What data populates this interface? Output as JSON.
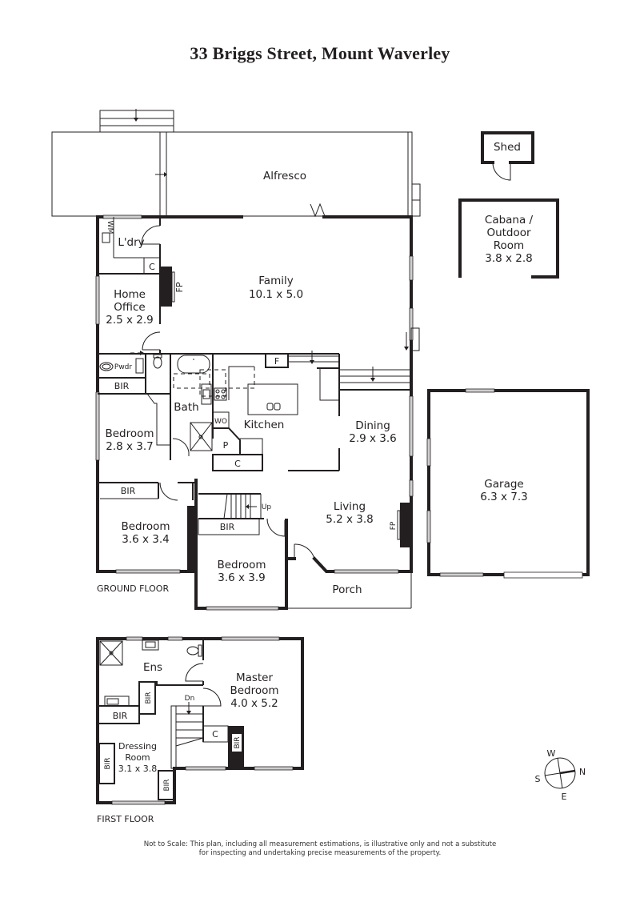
{
  "title": "33 Briggs Street, Mount Waverley",
  "ground_floor": {
    "label": "GROUND FLOOR",
    "rooms": {
      "alfresco": {
        "name": "Alfresco"
      },
      "laundry": {
        "name": "L'dry",
        "wm": "WM",
        "cupboard": "C"
      },
      "home_office": {
        "name_line1": "Home",
        "name_line2": "Office",
        "dims": "2.5 x 2.9"
      },
      "family": {
        "name": "Family",
        "dims": "10.1 x 5.0",
        "fireplace": "FP"
      },
      "powder": {
        "name": "Pwdr"
      },
      "bir_1": {
        "name": "BIR"
      },
      "bath": {
        "name": "Bath"
      },
      "kitchen": {
        "name": "Kitchen",
        "fridge": "F",
        "wall_oven": "WO",
        "pantry": "P",
        "cupboard": "C"
      },
      "dining": {
        "name": "Dining",
        "dims": "2.9 x 3.6"
      },
      "bedroom_1": {
        "name": "Bedroom",
        "dims": "2.8 x 3.7"
      },
      "bir_2": {
        "name": "BIR"
      },
      "bedroom_2": {
        "name": "Bedroom",
        "dims": "3.6 x 3.4"
      },
      "stairs": {
        "label": "Up"
      },
      "bir_3": {
        "name": "BIR"
      },
      "bedroom_3": {
        "name": "Bedroom",
        "dims": "3.6 x 3.9"
      },
      "living": {
        "name": "Living",
        "dims": "5.2 x 3.8",
        "fireplace": "FP"
      },
      "porch": {
        "name": "Porch"
      },
      "garage": {
        "name": "Garage",
        "dims": "6.3 x 7.3"
      },
      "shed": {
        "name": "Shed"
      },
      "cabana": {
        "name_line1": "Cabana /",
        "name_line2": "Outdoor",
        "name_line3": "Room",
        "dims": "3.8 x 2.8"
      }
    }
  },
  "first_floor": {
    "label": "FIRST FLOOR",
    "rooms": {
      "ensuite": {
        "name": "Ens"
      },
      "master_bedroom": {
        "name_line1": "Master",
        "name_line2": "Bedroom",
        "dims": "4.0 x 5.2"
      },
      "bir_a": {
        "name": "BIR"
      },
      "bir_b": {
        "name": "BIR"
      },
      "bir_c": {
        "name": "BIR"
      },
      "bir_d": {
        "name": "BIR"
      },
      "bir_e": {
        "name": "BIR"
      },
      "stairs": {
        "label": "Dn"
      },
      "cupboard": {
        "name": "C"
      },
      "dressing_room": {
        "name_line1": "Dressing",
        "name_line2": "Room",
        "dims": "3.1 x 3.8"
      }
    }
  },
  "compass": {
    "n": "N",
    "s": "S",
    "e": "E",
    "w": "W"
  },
  "disclaimer": {
    "line1": "Not to Scale: This plan, including all measurement estimations, is illustrative only and not a substitute",
    "line2": "for inspecting and undertaking precise measurements of the property."
  }
}
